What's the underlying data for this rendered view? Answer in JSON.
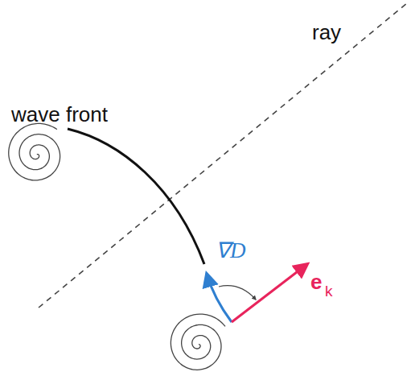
{
  "diagram": {
    "labels": [
      "wave front",
      "ray",
      "∇D",
      "e",
      "k"
    ]
  }
}
